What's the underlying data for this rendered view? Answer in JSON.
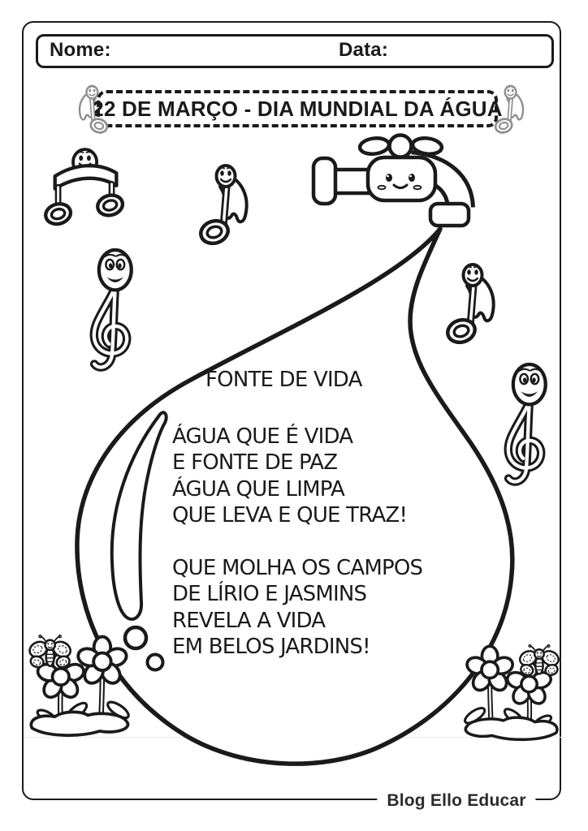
{
  "header": {
    "name_label": "Nome:",
    "date_label": "Data:"
  },
  "banner": {
    "title": "22 DE MARÇO - DIA MUNDIAL DA ÁGUA"
  },
  "poem": {
    "title": "FONTE DE VIDA",
    "stanza1": [
      "ÁGUA QUE É VIDA",
      "E FONTE DE PAZ",
      "ÁGUA QUE LIMPA",
      "QUE LEVA E QUE TRAZ!"
    ],
    "stanza2": [
      "QUE MOLHA OS CAMPOS",
      "DE LÍRIO E JASMINS",
      "REVELA A VIDA",
      "EM BELOS JARDINS!"
    ]
  },
  "footer": {
    "credit": "Blog Ello Educar"
  },
  "decorations": {
    "faucet": "cartoon-faucet-with-face",
    "water_drop": "large-water-drop-outline-with-shine-and-bubbles",
    "music_characters": [
      "gray-eighth-note-left-of-title",
      "gray-eighth-note-right-of-title",
      "beamed-eighth-note-with-face",
      "eighth-note-with-face-left",
      "treble-clef-with-face-left",
      "eighth-note-with-face-right",
      "treble-clef-with-face-right"
    ],
    "corner_art": [
      "butterfly-and-flowers-bottom-left",
      "butterfly-and-flowers-bottom-right"
    ]
  },
  "colors": {
    "ink": "#1a1a1a",
    "gray_note": "#8f8f8f",
    "footer_text": "#2b2b2b"
  }
}
